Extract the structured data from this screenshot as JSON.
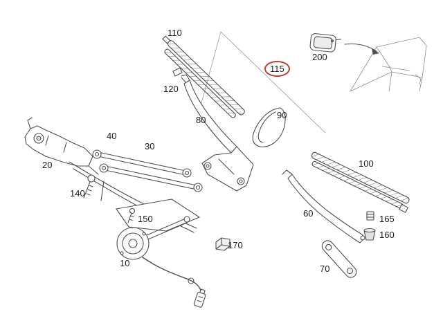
{
  "diagram": {
    "subject": "Windshield wiper system exploded parts diagram",
    "highlight_color": "#c0392b",
    "line_color": "#4d4d4d",
    "highlighted_part": "115",
    "labels": [
      {
        "text": "110"
      },
      {
        "text": "120"
      },
      {
        "text": "115",
        "highlighted": true
      },
      {
        "text": "200"
      },
      {
        "text": "80"
      },
      {
        "text": "90"
      },
      {
        "text": "20"
      },
      {
        "text": "40"
      },
      {
        "text": "30"
      },
      {
        "text": "100"
      },
      {
        "text": "140"
      },
      {
        "text": "150"
      },
      {
        "text": "10"
      },
      {
        "text": "170"
      },
      {
        "text": "60"
      },
      {
        "text": "165"
      },
      {
        "text": "160"
      },
      {
        "text": "70"
      }
    ]
  }
}
